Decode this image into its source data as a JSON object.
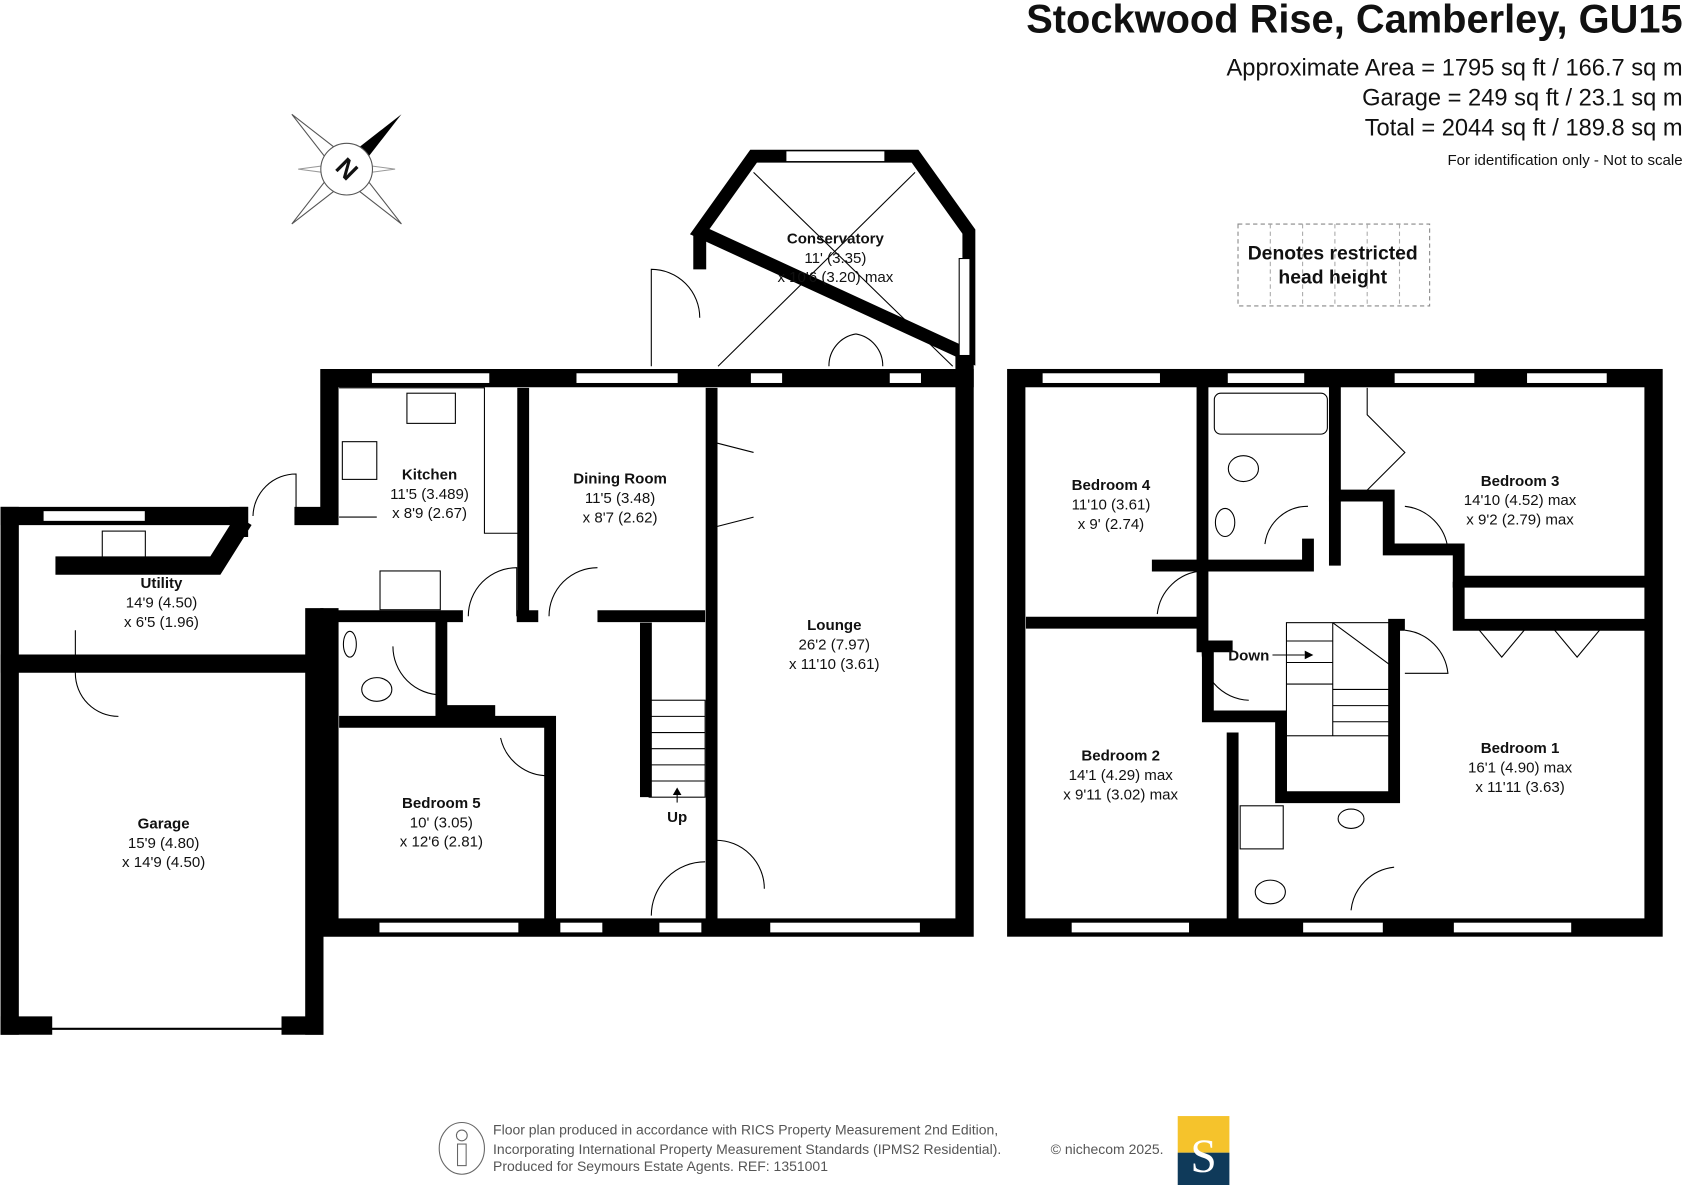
{
  "header": {
    "title": "Stockwood Rise, Camberley, GU15",
    "area_lines": [
      "Approximate Area = 1795 sq ft / 166.7 sq m",
      "Garage = 249 sq ft / 23.1 sq m",
      "Total = 2044 sq ft / 189.8 sq m"
    ],
    "disclaimer": "For identification only - Not to scale"
  },
  "legend": {
    "restricted_line1": "Denotes restricted",
    "restricted_line2": "head height"
  },
  "compass": {
    "label": "N"
  },
  "ground_floor": {
    "rooms": [
      {
        "name": "Conservatory",
        "dim1": "11' (3.35)",
        "dim2": "x 10'6 (3.20) max"
      },
      {
        "name": "Kitchen",
        "dim1": "11'5 (3.489)",
        "dim2": "x 8'9 (2.67)"
      },
      {
        "name": "Dining Room",
        "dim1": "11'5 (3.48)",
        "dim2": "x 8'7 (2.62)"
      },
      {
        "name": "Lounge",
        "dim1": "26'2 (7.97)",
        "dim2": "x 11'10 (3.61)"
      },
      {
        "name": "Utility",
        "dim1": "14'9 (4.50)",
        "dim2": "x 6'5 (1.96)"
      },
      {
        "name": "Garage",
        "dim1": "15'9 (4.80)",
        "dim2": "x 14'9 (4.50)"
      },
      {
        "name": "Bedroom 5",
        "dim1": "10' (3.05)",
        "dim2": "x 12'6 (2.81)"
      }
    ],
    "stairs_label": "Up"
  },
  "first_floor": {
    "rooms": [
      {
        "name": "Bedroom 4",
        "dim1": "11'10 (3.61)",
        "dim2": "x 9' (2.74)"
      },
      {
        "name": "Bedroom 3",
        "dim1": "14'10 (4.52) max",
        "dim2": "x 9'2 (2.79) max"
      },
      {
        "name": "Bedroom 2",
        "dim1": "14'1 (4.29) max",
        "dim2": "x 9'11 (3.02) max"
      },
      {
        "name": "Bedroom 1",
        "dim1": "16'1 (4.90) max",
        "dim2": "x 11'11 (3.63)"
      }
    ],
    "stairs_label": "Down"
  },
  "footer": {
    "line1": "Floor plan produced in accordance with RICS Property Measurement 2nd Edition,",
    "line2": "Incorporating International Property Measurement Standards (IPMS2 Residential).",
    "line3": "Produced for Seymours Estate Agents.   REF: 1351001",
    "copyright": "© nichecom 2025.",
    "logo_letter": "S",
    "logo_colors": {
      "top": "#f5c32c",
      "bottom": "#0f3a5a"
    }
  }
}
